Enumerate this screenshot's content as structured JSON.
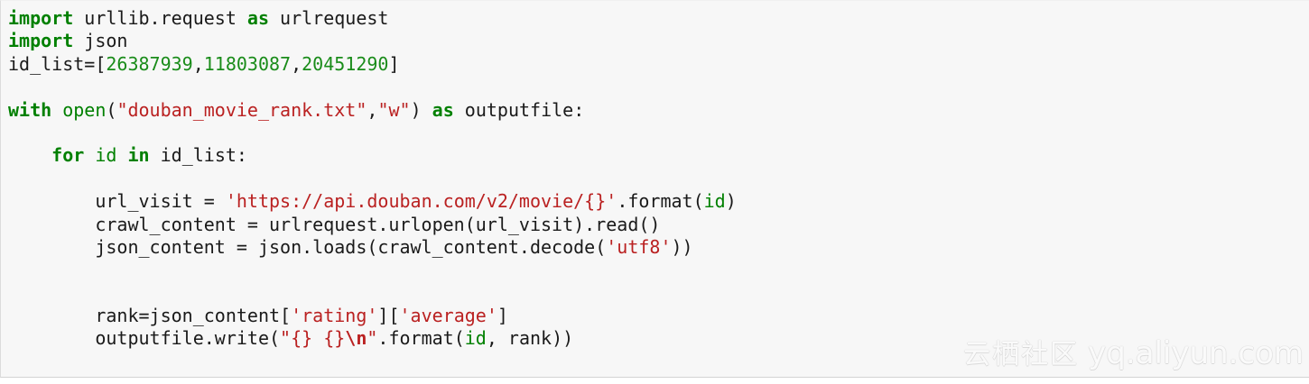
{
  "code_block": {
    "language": "python",
    "background_color": "#f7f7f7",
    "border_color": "#d4d4d4",
    "default_text_color": "#1a1a1a",
    "token_colors": {
      "keyword": "#008000",
      "builtin": "#008000",
      "number": "#1a8c1a",
      "string": "#ba2121"
    },
    "lines": [
      {
        "index": 1,
        "text": "import urllib.request as urlrequest",
        "tokens": [
          {
            "t": "import",
            "c": "kw"
          },
          {
            "t": " urllib.request ",
            "c": "txt"
          },
          {
            "t": "as",
            "c": "kw"
          },
          {
            "t": " urlrequest",
            "c": "txt"
          }
        ]
      },
      {
        "index": 2,
        "text": "import json",
        "tokens": [
          {
            "t": "import",
            "c": "kw"
          },
          {
            "t": " json",
            "c": "txt"
          }
        ]
      },
      {
        "index": 3,
        "text": "id_list=[26387939,11803087,20451290]",
        "tokens": [
          {
            "t": "id_list=[",
            "c": "txt"
          },
          {
            "t": "26387939",
            "c": "num"
          },
          {
            "t": ",",
            "c": "txt"
          },
          {
            "t": "11803087",
            "c": "num"
          },
          {
            "t": ",",
            "c": "txt"
          },
          {
            "t": "20451290",
            "c": "num"
          },
          {
            "t": "]",
            "c": "txt"
          }
        ]
      },
      {
        "index": 4,
        "text": "",
        "tokens": []
      },
      {
        "index": 5,
        "text": "with open(\"douban_movie_rank.txt\",\"w\") as outputfile:",
        "tokens": [
          {
            "t": "with",
            "c": "kw"
          },
          {
            "t": " ",
            "c": "txt"
          },
          {
            "t": "open",
            "c": "bi"
          },
          {
            "t": "(",
            "c": "txt"
          },
          {
            "t": "\"douban_movie_rank.txt\"",
            "c": "str"
          },
          {
            "t": ",",
            "c": "txt"
          },
          {
            "t": "\"w\"",
            "c": "str"
          },
          {
            "t": ") ",
            "c": "txt"
          },
          {
            "t": "as",
            "c": "kw"
          },
          {
            "t": " outputfile:",
            "c": "txt"
          }
        ]
      },
      {
        "index": 6,
        "text": "",
        "tokens": []
      },
      {
        "index": 7,
        "text": "    for id in id_list:",
        "tokens": [
          {
            "t": "    ",
            "c": "txt"
          },
          {
            "t": "for",
            "c": "kw"
          },
          {
            "t": " ",
            "c": "txt"
          },
          {
            "t": "id",
            "c": "bi"
          },
          {
            "t": " ",
            "c": "txt"
          },
          {
            "t": "in",
            "c": "kw"
          },
          {
            "t": " id_list:",
            "c": "txt"
          }
        ]
      },
      {
        "index": 8,
        "text": "",
        "tokens": []
      },
      {
        "index": 9,
        "text": "        url_visit = 'https://api.douban.com/v2/movie/{}'.format(id)",
        "tokens": [
          {
            "t": "        url_visit = ",
            "c": "txt"
          },
          {
            "t": "'https://api.douban.com/v2/movie/{}'",
            "c": "str"
          },
          {
            "t": ".format(",
            "c": "txt"
          },
          {
            "t": "id",
            "c": "bi"
          },
          {
            "t": ")",
            "c": "txt"
          }
        ]
      },
      {
        "index": 10,
        "text": "        crawl_content = urlrequest.urlopen(url_visit).read()",
        "tokens": [
          {
            "t": "        crawl_content = urlrequest.urlopen(url_visit).read()",
            "c": "txt"
          }
        ]
      },
      {
        "index": 11,
        "text": "        json_content = json.loads(crawl_content.decode('utf8'))",
        "tokens": [
          {
            "t": "        json_content = json.loads(crawl_content.decode(",
            "c": "txt"
          },
          {
            "t": "'utf8'",
            "c": "str"
          },
          {
            "t": "))",
            "c": "txt"
          }
        ]
      },
      {
        "index": 12,
        "text": "",
        "tokens": []
      },
      {
        "index": 13,
        "text": "",
        "tokens": []
      },
      {
        "index": 14,
        "text": "        rank=json_content['rating']['average']",
        "tokens": [
          {
            "t": "        rank=json_content[",
            "c": "txt"
          },
          {
            "t": "'rating'",
            "c": "str"
          },
          {
            "t": "][",
            "c": "txt"
          },
          {
            "t": "'average'",
            "c": "str"
          },
          {
            "t": "]",
            "c": "txt"
          }
        ]
      },
      {
        "index": 15,
        "text": "        outputfile.write(\"{} {}\\n\".format(id, rank))",
        "tokens": [
          {
            "t": "        outputfile.write(",
            "c": "txt"
          },
          {
            "t": "\"{} {}",
            "c": "str"
          },
          {
            "t": "\\n",
            "c": "esc"
          },
          {
            "t": "\"",
            "c": "str"
          },
          {
            "t": ".format(",
            "c": "txt"
          },
          {
            "t": "id",
            "c": "bi"
          },
          {
            "t": ", rank))",
            "c": "txt"
          }
        ]
      }
    ]
  },
  "watermark": {
    "chinese_text": "云栖社区",
    "domain_text": "yq.aliyun.com",
    "color": "#fbfbfb"
  }
}
